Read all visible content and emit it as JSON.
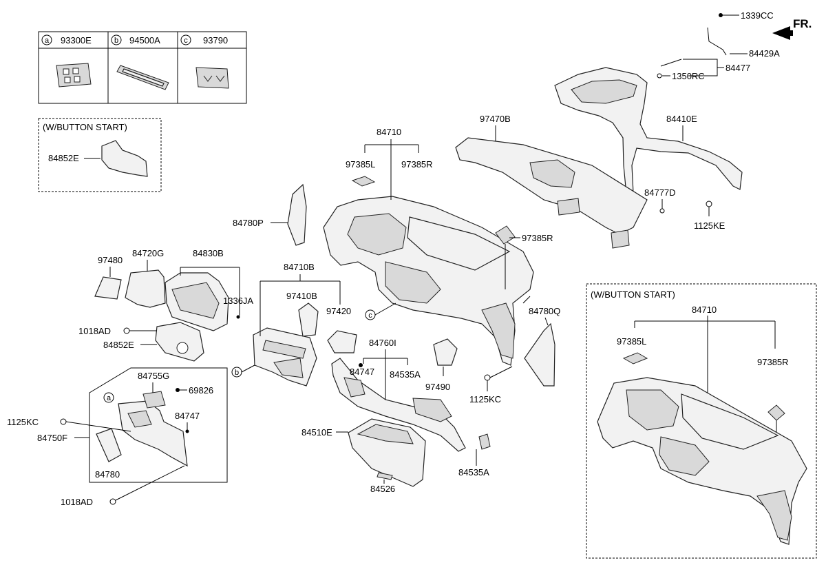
{
  "direction": "FR.",
  "legend": {
    "items": [
      {
        "letter": "a",
        "part": "93300E"
      },
      {
        "letter": "b",
        "part": "94500A"
      },
      {
        "letter": "c",
        "part": "93790"
      }
    ]
  },
  "inset_left": {
    "title": "(W/BUTTON START)",
    "part": "84852E"
  },
  "inset_right": {
    "title": "(W/BUTTON START)",
    "parts": [
      "84710",
      "97385L",
      "97385R"
    ]
  },
  "callouts": {
    "c1339CC": "1339CC",
    "c84429A": "84429A",
    "c84477": "84477",
    "c1350RC": "1350RC",
    "c97470B": "97470B",
    "c84410E": "84410E",
    "c84777D": "84777D",
    "c1125KE": "1125KE",
    "c84710": "84710",
    "c97385L": "97385L",
    "c97385R": "97385R",
    "c97385R2": "97385R",
    "c84780P": "84780P",
    "c97480": "97480",
    "c84720G": "84720G",
    "c84830B": "84830B",
    "c1336JA": "1336JA",
    "c1018AD": "1018AD",
    "c84852E": "84852E",
    "c84710B": "84710B",
    "c97410B": "97410B",
    "c97420": "97420",
    "c84780Q": "84780Q",
    "c84760I": "84760I",
    "c84747": "84747",
    "c84535A": "84535A",
    "c97490": "97490",
    "c1125KC": "1125KC",
    "c84755G": "84755G",
    "c69826": "69826",
    "c1125KC2": "1125KC",
    "c84747b": "84747",
    "c84750F": "84750F",
    "c84780": "84780",
    "c1018AD2": "1018AD",
    "c84510E": "84510E",
    "c84526": "84526",
    "c84535A2": "84535A"
  },
  "circle_markers": {
    "a": "a",
    "b": "b",
    "c": "c"
  }
}
